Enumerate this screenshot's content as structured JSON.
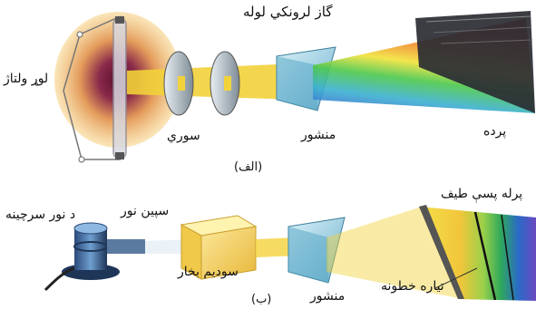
{
  "top_panel": {
    "tube_label": "گاز لرونکي لوله",
    "voltage_label": "لوړ ولتاژ",
    "holes_label": "سوري",
    "prism_label": "منشور",
    "screen_label": "پرده",
    "caption": "(الف)"
  },
  "bottom_panel": {
    "source_label": "د نور سرچینه",
    "white_light_label": "سپین نور",
    "vapor_label": "سوديم بخار",
    "prism_label": "منشور",
    "spectrum_label": "پرله پسې طيف",
    "dark_lines_label": "تیاره خطونه",
    "caption": "(ب)"
  },
  "colors": {
    "beam": "#f2d23a",
    "glow_outer": "#f5cf7a",
    "glow_core": "#7a1c3c",
    "prism": "#9fd3e6",
    "screen": "#2a2d33"
  }
}
